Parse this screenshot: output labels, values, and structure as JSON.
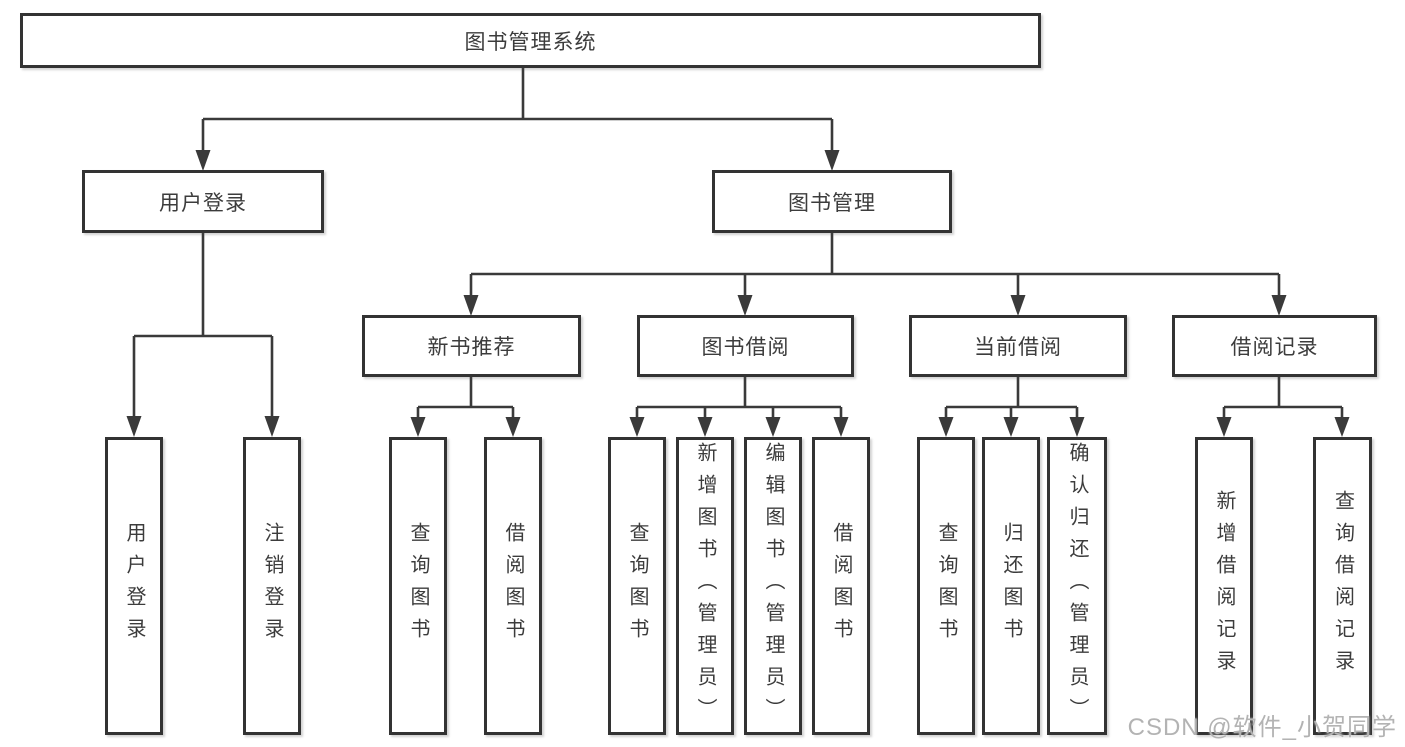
{
  "diagram": {
    "title": "图书管理系统",
    "nodes": {
      "root": {
        "label": "图书管理系统"
      },
      "user_login": {
        "label": "用户登录"
      },
      "book_mgmt": {
        "label": "图书管理"
      },
      "new_book_rec": {
        "label": "新书推荐"
      },
      "book_borrow": {
        "label": "图书借阅"
      },
      "current_borrow": {
        "label": "当前借阅"
      },
      "borrow_records": {
        "label": "借阅记录"
      }
    },
    "leaves": {
      "user_login": [
        "用户登录",
        "注销登录"
      ],
      "new_book_rec": [
        "查询图书",
        "借阅图书"
      ],
      "book_borrow": [
        "查询图书",
        "新增图书（管理员）",
        "编辑图书（管理员）",
        "借阅图书"
      ],
      "current_borrow": [
        "查询图书",
        "归还图书",
        "确认归还（管理员）"
      ],
      "borrow_records": [
        "新增借阅记录",
        "查询借阅记录"
      ]
    },
    "hierarchy": {
      "root_children": [
        "用户登录",
        "图书管理"
      ],
      "book_mgmt_children": [
        "新书推荐",
        "图书借阅",
        "当前借阅",
        "借阅记录"
      ]
    }
  },
  "watermark": "CSDN @软件_小贺同学",
  "colors": {
    "line": "#3a3a3a",
    "border": "#333333",
    "text": "#3c3c3c",
    "background": "#ffffff",
    "watermark": "#b3b3b3"
  }
}
